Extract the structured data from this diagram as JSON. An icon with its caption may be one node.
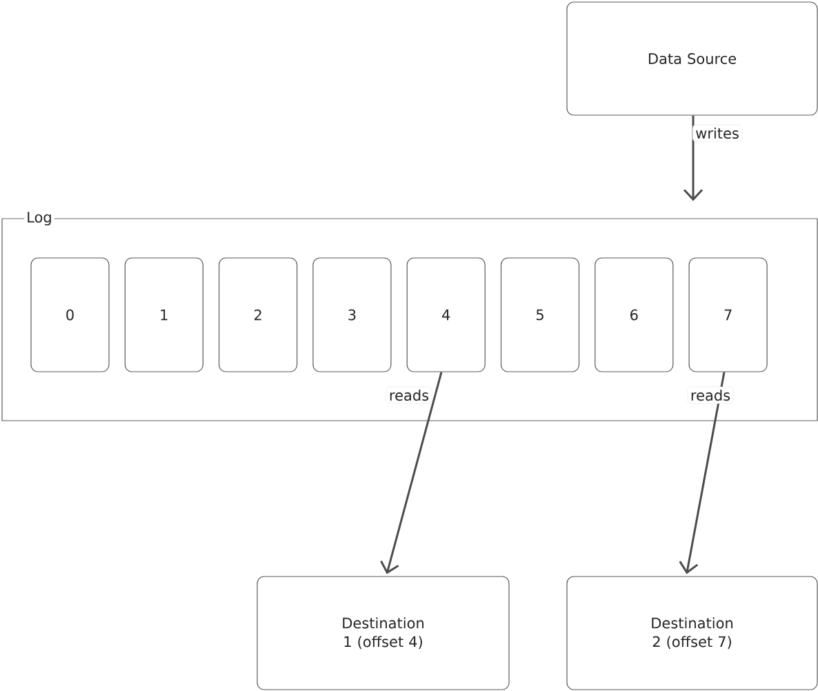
{
  "diagram": {
    "nodes": [
      {
        "text": [
          "Data Source"
        ]
      },
      {
        "text": [
          "Log"
        ]
      },
      {
        "text": [
          "0"
        ],
        "in": 1
      },
      {
        "text": [
          "1"
        ],
        "in": 1
      },
      {
        "text": [
          "2"
        ],
        "in": 1
      },
      {
        "text": [
          "3"
        ],
        "in": 1
      },
      {
        "text": [
          "4"
        ],
        "in": 1
      },
      {
        "text": [
          "5"
        ],
        "in": 1
      },
      {
        "text": [
          "6"
        ],
        "in": 1
      },
      {
        "text": [
          "7"
        ],
        "in": 1
      },
      {
        "text": [
          "Destination 1 (offset 4)"
        ]
      },
      {
        "text": [
          "Destination 2 (offset 7)"
        ]
      }
    ],
    "edges": [
      {
        "from": 0,
        "to": 1,
        "arrow": "to",
        "label": "writes"
      },
      {
        "from": 6,
        "to": 10,
        "arrow": "to",
        "label": "reads"
      },
      {
        "from": 9,
        "to": 11,
        "arrow": "to",
        "label": "reads"
      }
    ]
  }
}
